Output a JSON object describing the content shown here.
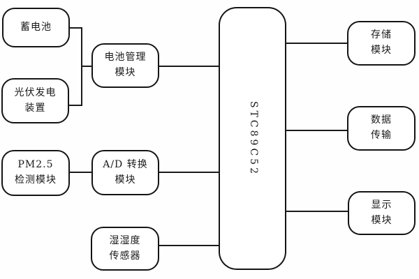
{
  "palette": {
    "background": "#ffffff",
    "box_fill": "#ffffff",
    "border_color": "#141414",
    "wire_color": "#1a1a1a",
    "text_color": "#1a1a1a"
  },
  "diagram": {
    "boxes": {
      "battery": {
        "line1": "蓄电池"
      },
      "pv_device": {
        "line1": "光伏发电",
        "line2": "装置"
      },
      "pm25_module": {
        "line1": "PM2.5",
        "line2": "检测模块"
      },
      "battery_mgmt": {
        "line1": "电池管理",
        "line2": "模块"
      },
      "ad_converter": {
        "line1": "A/D 转换",
        "line2": "模块"
      },
      "humidity_sensor": {
        "line1": "湿湿度",
        "line2": "传感器"
      },
      "mcu": {
        "label": "STC89C52"
      },
      "storage_module": {
        "line1": "存储",
        "line2": "模块"
      },
      "data_transfer": {
        "line1": "数据",
        "line2": "传输"
      },
      "display_module": {
        "line1": "显示",
        "line2": "模块"
      }
    },
    "connections": [
      "battery -> battery_mgmt",
      "pv_device -> battery_mgmt",
      "battery_mgmt -> mcu",
      "pm25_module -> ad_converter",
      "ad_converter -> mcu",
      "humidity_sensor -> mcu",
      "mcu -> storage_module",
      "mcu -> data_transfer",
      "mcu -> display_module"
    ]
  }
}
